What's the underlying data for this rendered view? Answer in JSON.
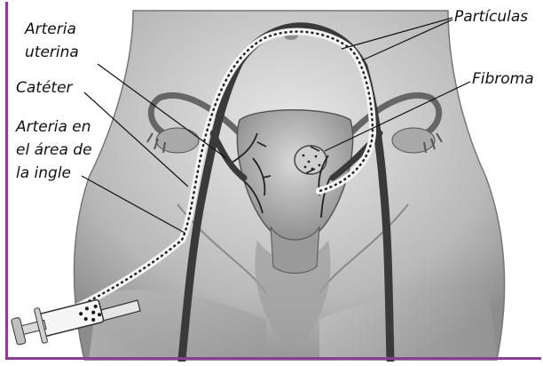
{
  "labels": {
    "arteria_uterina_line1": "Arteria",
    "arteria_uterina_line2": "uterina",
    "cateter": "Catéter",
    "arteria_ingle_line1": "Arteria en",
    "arteria_ingle_line2": "el área de",
    "arteria_ingle_line3": "la ingle",
    "particulas": "Partículas",
    "fibroma": "Fibroma"
  },
  "colors": {
    "frame": "#8a3f93",
    "artery": "#3a3a3a",
    "catheter": "#f2f2f2"
  }
}
